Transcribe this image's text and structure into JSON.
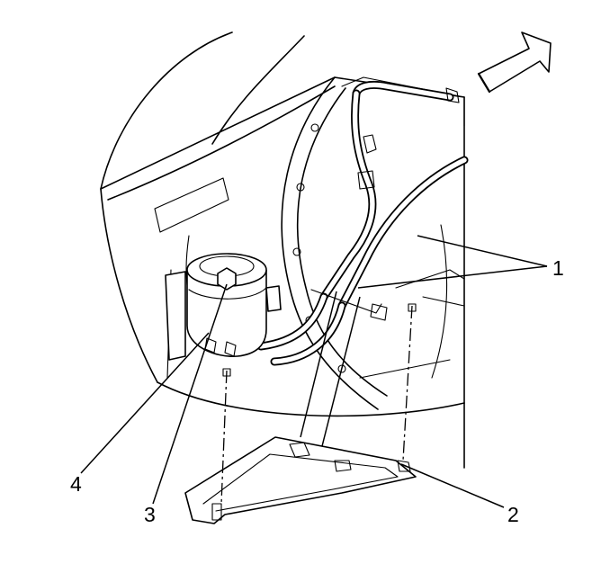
{
  "callouts": {
    "one": "1",
    "two": "2",
    "three": "3",
    "four": "4"
  },
  "icons": {
    "direction": "front-arrow-icon"
  }
}
